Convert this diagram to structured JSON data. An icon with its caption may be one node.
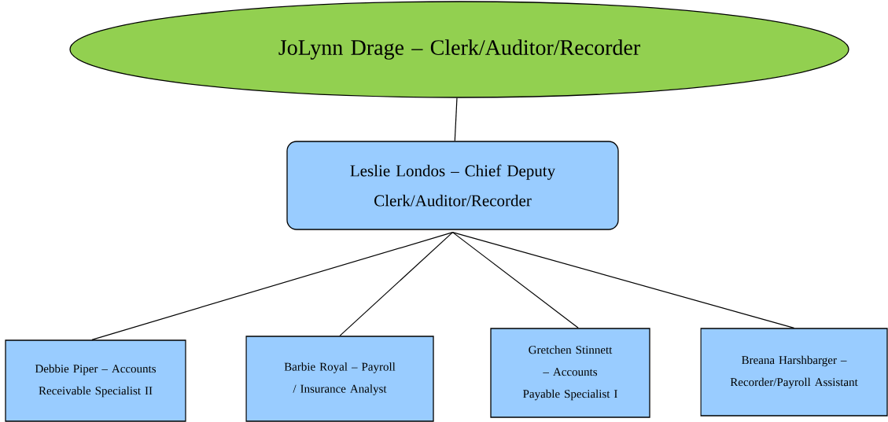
{
  "diagram": {
    "nodes": [
      {
        "text": [
          "JoLynn Drage – Clerk/Auditor/Recorder"
        ]
      },
      {
        "text": [
          "Leslie Londos – Chief Deputy Clerk/Auditor/Recorder"
        ]
      },
      {
        "text": [
          "Debbie Piper – Accounts Receivable Specialist II"
        ]
      },
      {
        "text": [
          "Barbie Royal – Payroll / Insurance Analyst"
        ]
      },
      {
        "text": [
          "Gretchen Stinnett – Accounts Payable Specialist I"
        ]
      },
      {
        "text": [
          "Breana Harshbarger – Recorder/Payroll Assistant"
        ]
      }
    ],
    "edges": [
      {
        "from": 0,
        "to": 1,
        "arrow": "none"
      },
      {
        "from": 1,
        "to": 2,
        "arrow": "none"
      },
      {
        "from": 1,
        "to": 3,
        "arrow": "none"
      },
      {
        "from": 1,
        "to": 4,
        "arrow": "none"
      },
      {
        "from": 1,
        "to": 5,
        "arrow": "none"
      }
    ]
  }
}
